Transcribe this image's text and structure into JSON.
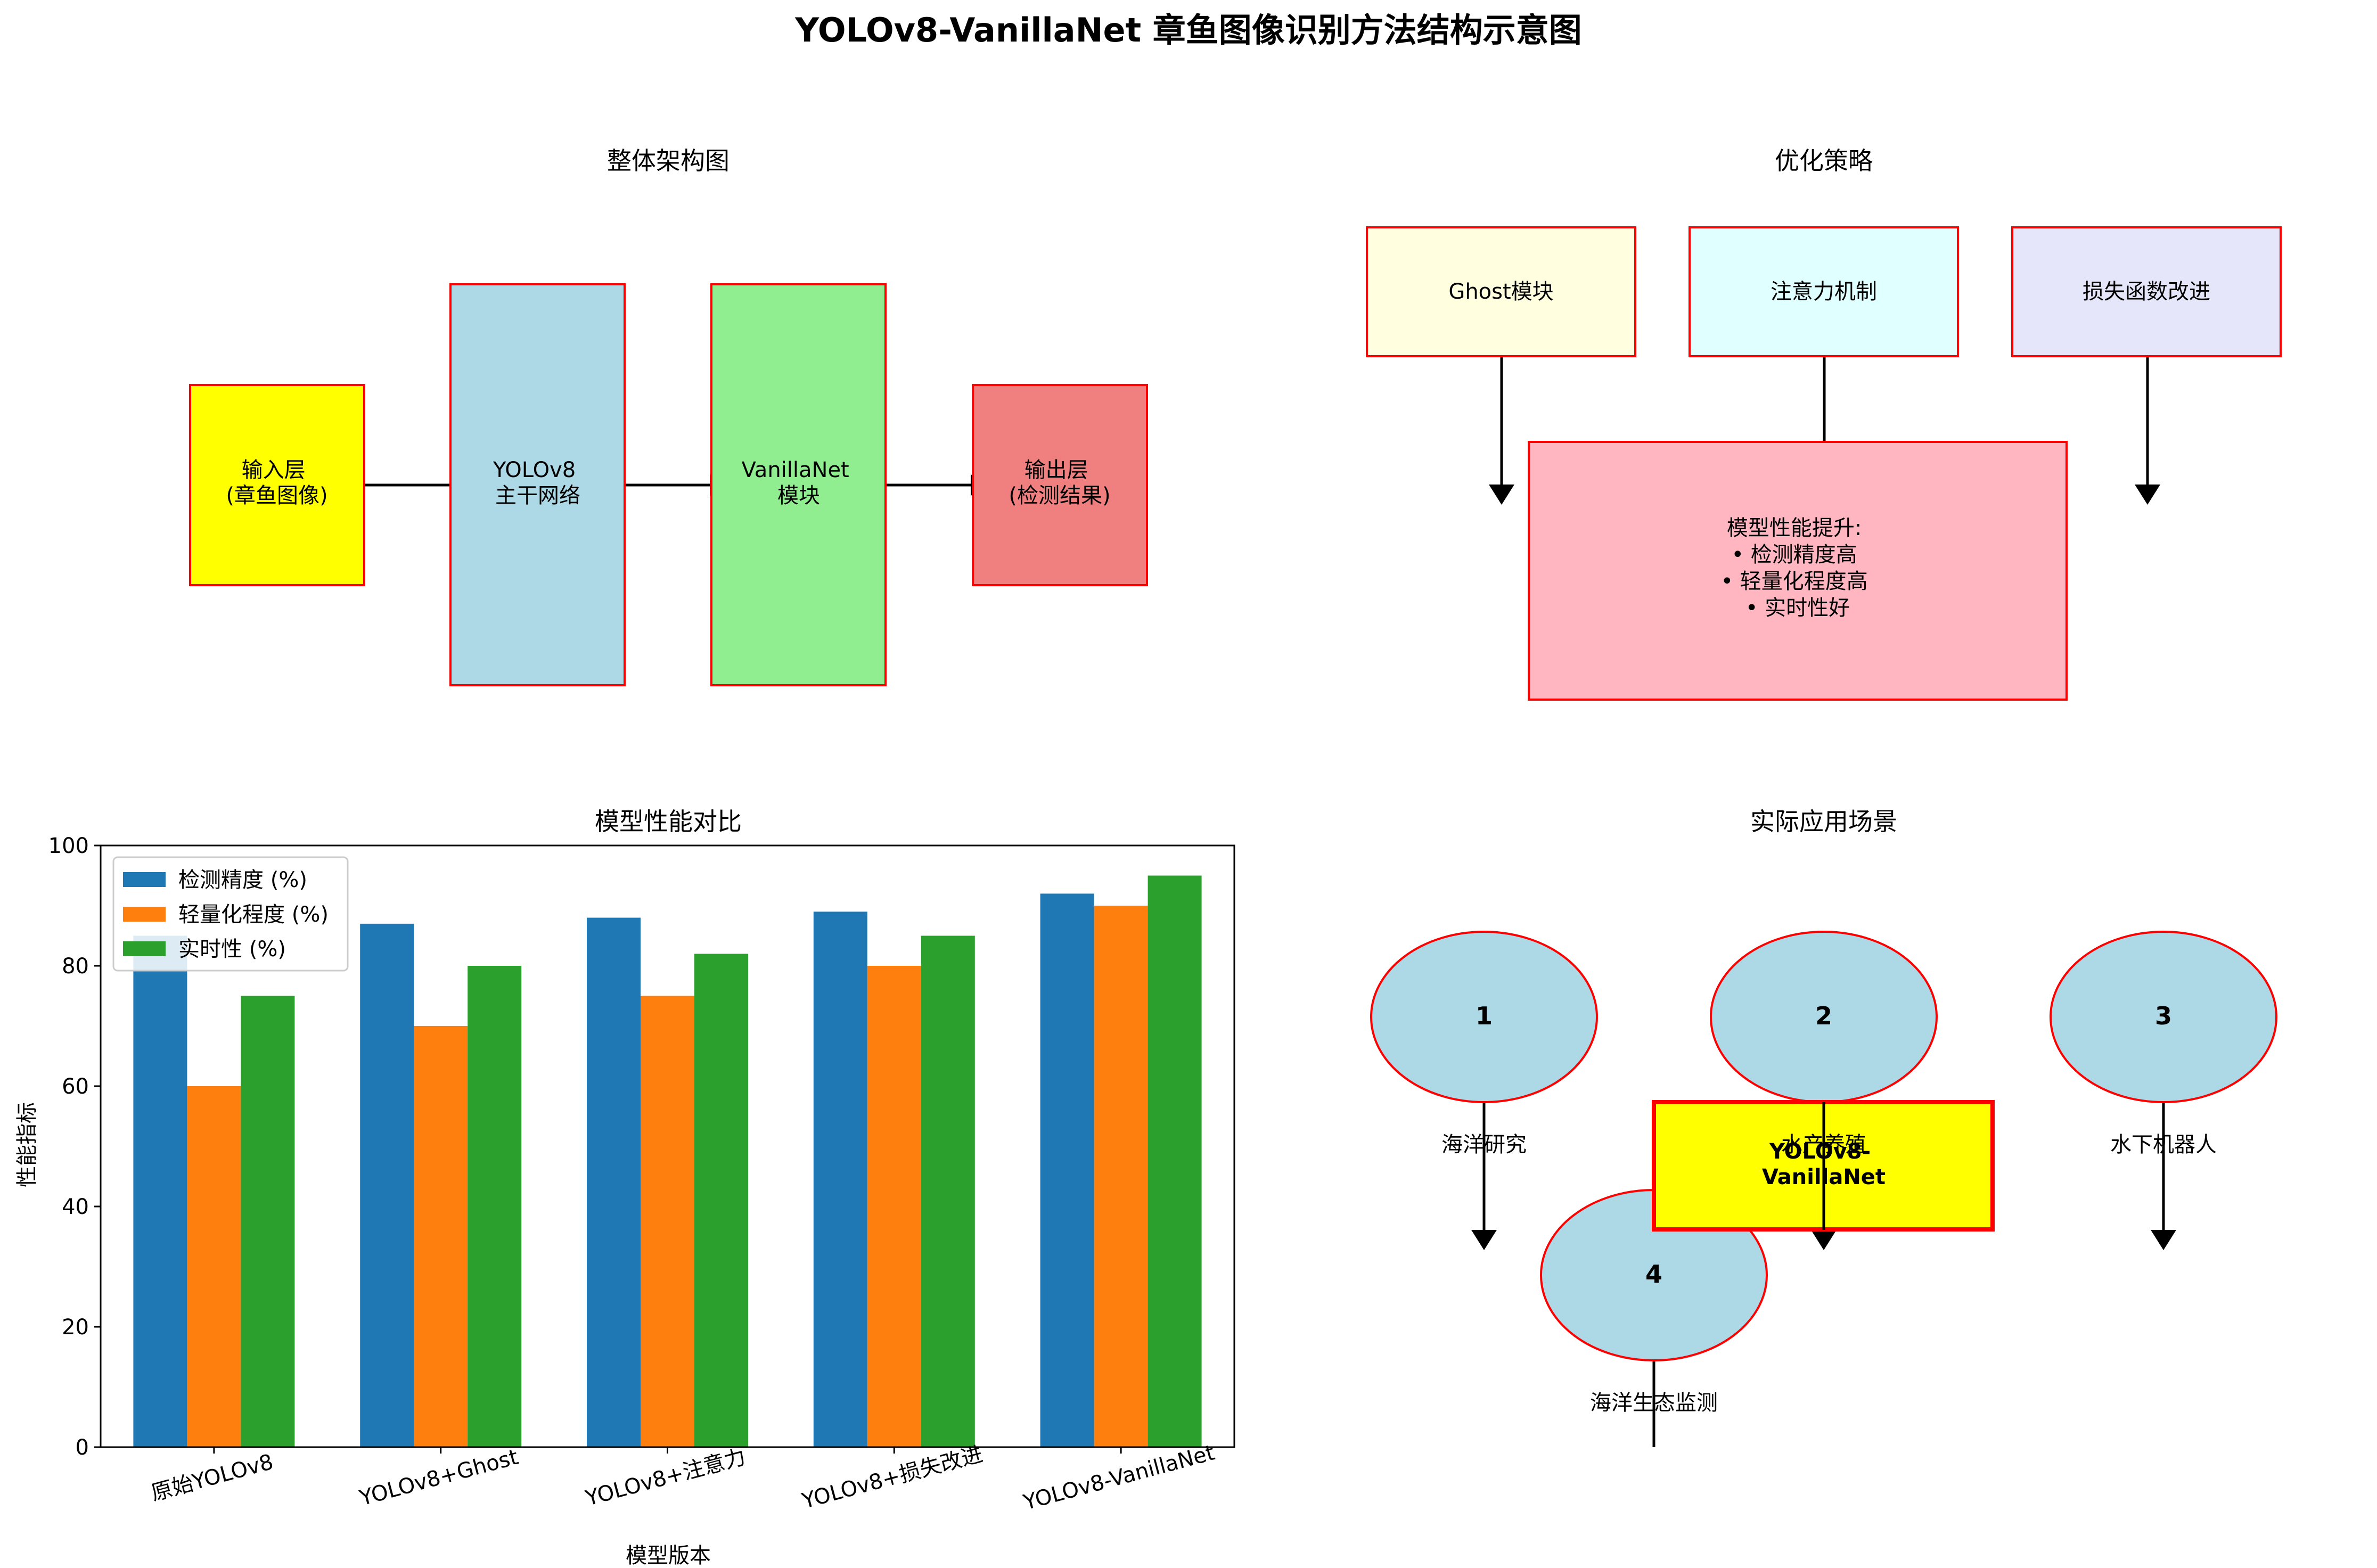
{
  "title": "YOLOv8-VanillaNet 章鱼图像识别方法结构示意图",
  "architecture": {
    "title": "整体架构图",
    "blocks": [
      {
        "lines": [
          "输入层",
          "(章鱼图像)"
        ],
        "color": "#ffff00"
      },
      {
        "lines": [
          "YOLOv8",
          "主干网络"
        ],
        "color": "#add8e6"
      },
      {
        "lines": [
          "VanillaNet",
          "模块"
        ],
        "color": "#90ee90"
      },
      {
        "lines": [
          "输出层",
          "(检测结果)"
        ],
        "color": "#f08080"
      }
    ]
  },
  "optimization": {
    "title": "优化策略",
    "strategies": [
      {
        "label": "Ghost模块",
        "color": "#ffffe0"
      },
      {
        "label": "注意力机制",
        "color": "#e0ffff"
      },
      {
        "label": "损失函数改进",
        "color": "#e6e6fa"
      }
    ],
    "result": {
      "lines": [
        "模型性能提升:",
        "• 检测精度高",
        "• 轻量化程度高",
        "• 实时性好"
      ],
      "color": "#ffb6c1"
    }
  },
  "chart_data": {
    "type": "bar",
    "title": "模型性能对比",
    "xlabel": "模型版本",
    "ylabel": "性能指标",
    "ylim": [
      0,
      100
    ],
    "yticks": [
      0,
      20,
      40,
      60,
      80,
      100
    ],
    "categories": [
      "原始YOLOv8",
      "YOLOv8+Ghost",
      "YOLOv8+注意力",
      "YOLOv8+损失改进",
      "YOLOv8-VanillaNet"
    ],
    "series": [
      {
        "name": "检测精度 (%)",
        "values": [
          85,
          87,
          88,
          89,
          92
        ],
        "color": "#1f77b4"
      },
      {
        "name": "轻量化程度 (%)",
        "values": [
          60,
          70,
          75,
          80,
          90
        ],
        "color": "#ff7f0e"
      },
      {
        "name": "实时性 (%)",
        "values": [
          75,
          80,
          82,
          85,
          95
        ],
        "color": "#2ca02c"
      }
    ],
    "legend_position": "top-left",
    "grid": false
  },
  "applications": {
    "title": "实际应用场景",
    "nodes": [
      {
        "number": "1",
        "label": "海洋研究"
      },
      {
        "number": "2",
        "label": "水产养殖"
      },
      {
        "number": "3",
        "label": "水下机器人"
      },
      {
        "number": "4",
        "label": "海洋生态监测"
      }
    ],
    "center": {
      "lines": [
        "YOLOv8-",
        "VanillaNet"
      ],
      "color": "#ffff00"
    },
    "ellipse_color": "#add8e6"
  }
}
